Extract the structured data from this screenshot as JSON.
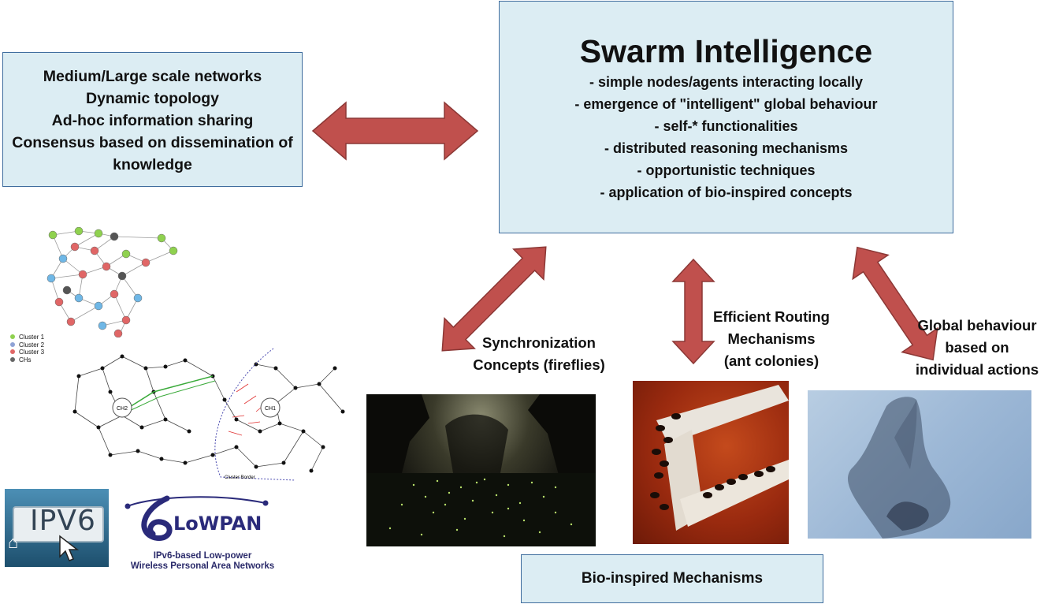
{
  "left_box": {
    "lines": [
      "Medium/Large scale networks",
      "Dynamic topology",
      "Ad-hoc information sharing",
      "Consensus based on dissemination of",
      "knowledge"
    ]
  },
  "swarm_box": {
    "title": "Swarm Intelligence",
    "bullets": [
      "-  simple nodes/agents interacting locally",
      "- emergence of \"intelligent\" global behaviour",
      "- self-* functionalities",
      "- distributed reasoning mechanisms",
      "- opportunistic techniques",
      "- application of bio-inspired concepts"
    ]
  },
  "labels": {
    "synchronization": [
      "Synchronization",
      "Concepts (fireflies)"
    ],
    "routing": [
      "Efficient Routing",
      "Mechanisms",
      "(ant colonies)"
    ],
    "global": [
      "Global behaviour",
      "based on",
      "individual actions"
    ]
  },
  "bio_box": {
    "text": "Bio-inspired Mechanisms"
  },
  "cluster_legend": [
    "Cluster 1",
    "Cluster 2",
    "Cluster 3",
    "CHs"
  ],
  "cluster_diagram": {
    "ch2": "CH2",
    "ch1": "CH1",
    "border": "Cluster Border"
  },
  "ipv6_logo": {
    "text": "IPV6"
  },
  "lowpan_logo": {
    "name": "LoWPAN",
    "sub1": "IPv6-based Low-power",
    "sub2": "Wireless Personal Area Networks"
  },
  "colors": {
    "box_fill": "#dcedf3",
    "box_border": "#3f6d9e",
    "arrow_fill": "#c0504d",
    "arrow_stroke": "#8c3836"
  }
}
